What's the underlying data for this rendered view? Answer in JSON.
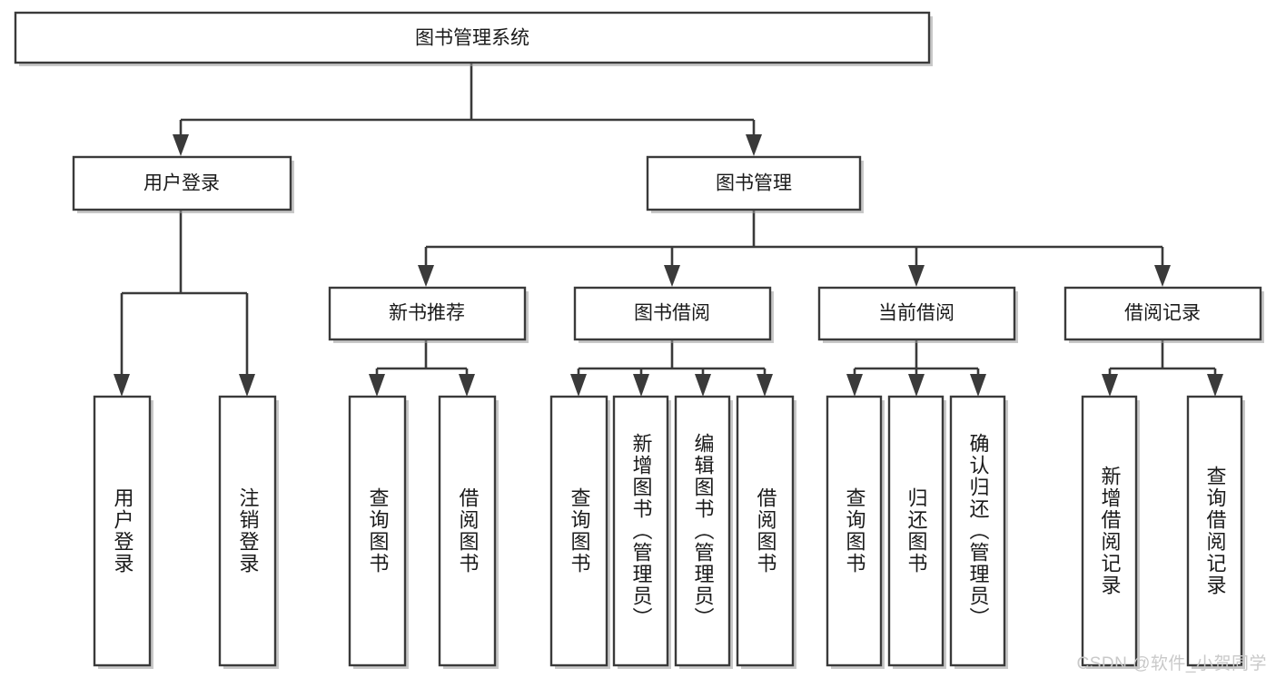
{
  "diagram": {
    "type": "tree",
    "title": "图书管理系统",
    "root": {
      "id": "root",
      "label": "图书管理系统",
      "orientation": "horizontal"
    },
    "level2": [
      {
        "id": "user-login",
        "label": "用户登录",
        "orientation": "horizontal"
      },
      {
        "id": "book-manage",
        "label": "图书管理",
        "orientation": "horizontal"
      }
    ],
    "level3": [
      {
        "id": "new-book-recommend",
        "label": "新书推荐",
        "orientation": "horizontal"
      },
      {
        "id": "book-borrow",
        "label": "图书借阅",
        "orientation": "horizontal"
      },
      {
        "id": "current-borrow",
        "label": "当前借阅",
        "orientation": "horizontal"
      },
      {
        "id": "borrow-record",
        "label": "借阅记录",
        "orientation": "horizontal"
      }
    ],
    "leaves": [
      {
        "id": "leaf-user-login",
        "parent": "user-login",
        "label": "用户登录",
        "orientation": "vertical"
      },
      {
        "id": "leaf-user-logout",
        "parent": "user-login",
        "label": "注销登录",
        "orientation": "vertical"
      },
      {
        "id": "leaf-query-book-1",
        "parent": "new-book-recommend",
        "label": "查询图书",
        "orientation": "vertical"
      },
      {
        "id": "leaf-borrow-book-1",
        "parent": "new-book-recommend",
        "label": "借阅图书",
        "orientation": "vertical"
      },
      {
        "id": "leaf-query-book-2",
        "parent": "book-borrow",
        "label": "查询图书",
        "orientation": "vertical"
      },
      {
        "id": "leaf-add-book",
        "parent": "book-borrow",
        "label": "新增图书（管理员）",
        "orientation": "vertical"
      },
      {
        "id": "leaf-edit-book",
        "parent": "book-borrow",
        "label": "编辑图书（管理员）",
        "orientation": "vertical"
      },
      {
        "id": "leaf-borrow-book-2",
        "parent": "book-borrow",
        "label": "借阅图书",
        "orientation": "vertical"
      },
      {
        "id": "leaf-query-book-3",
        "parent": "current-borrow",
        "label": "查询图书",
        "orientation": "vertical"
      },
      {
        "id": "leaf-return-book",
        "parent": "current-borrow",
        "label": "归还图书",
        "orientation": "vertical"
      },
      {
        "id": "leaf-confirm-return",
        "parent": "current-borrow",
        "label": "确认归还（管理员）",
        "orientation": "vertical"
      },
      {
        "id": "leaf-add-record",
        "parent": "borrow-record",
        "label": "新增借阅记录",
        "orientation": "vertical"
      },
      {
        "id": "leaf-query-record",
        "parent": "borrow-record",
        "label": "查询借阅记录",
        "orientation": "vertical"
      }
    ]
  },
  "watermark": {
    "text": "CSDN @软件_小贺同学"
  },
  "colors": {
    "stroke": "#3a3a3a",
    "box_fill": "#ffffff",
    "text": "#1a1a1a",
    "watermark": "#c9c9c9",
    "background": "#ffffff"
  }
}
